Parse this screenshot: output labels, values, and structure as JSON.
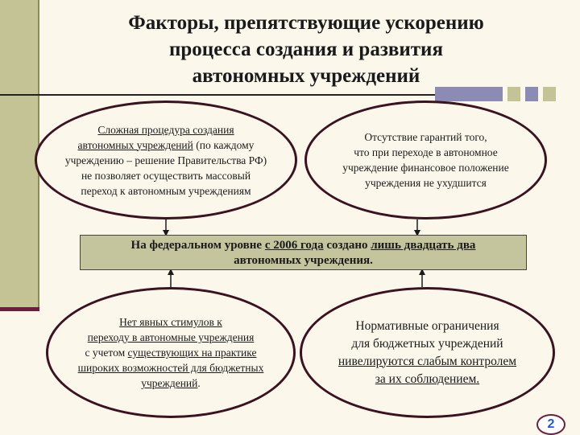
{
  "title": {
    "line1": "Факторы, препятствующие ускорению",
    "line2": "процесса создания и развития",
    "line3": "автономных учреждений"
  },
  "oval_top_left": {
    "l1": "Сложная процедура создания",
    "l2a": "автономных учреждений",
    "l2b": " (по каждому",
    "l3": "учреждению – решение Правительства РФ)",
    "l4": "не позволяет осуществить массовый",
    "l5": "переход к автономным учреждениям"
  },
  "oval_top_right": {
    "l1": "Отсутствие гарантий того,",
    "l2": "что при переходе в автономное",
    "l3": "учреждение финансовое положение",
    "l4": "учреждения не ухудшится"
  },
  "center_box": {
    "a": "На федеральном уровне ",
    "b": "с 2006 года",
    "c": " создано ",
    "d": "лишь двадцать два",
    "e": "автономных учреждения."
  },
  "oval_bottom_left": {
    "l1": "Нет явных стимулов к",
    "l2": "переходу в автономные учреждения",
    "l3a": "с учетом ",
    "l3b": "существующих на практике",
    "l4": "широких возможностей для бюджетных",
    "l5a": "учреждений",
    "l5b": "."
  },
  "oval_bottom_right": {
    "l1": "Нормативные ограничения",
    "l2": "для бюджетных учреждений",
    "l3": "нивелируются слабым контролем",
    "l4": "за их соблюдением."
  },
  "page_number": "2",
  "colors": {
    "background": "#fbf7ea",
    "oval_border": "#3a1220",
    "center_box_fill": "#c4c59d",
    "left_bar": "#c3c395",
    "accent_block": "#8b8bb4",
    "page_number": "#1c5ad6"
  }
}
